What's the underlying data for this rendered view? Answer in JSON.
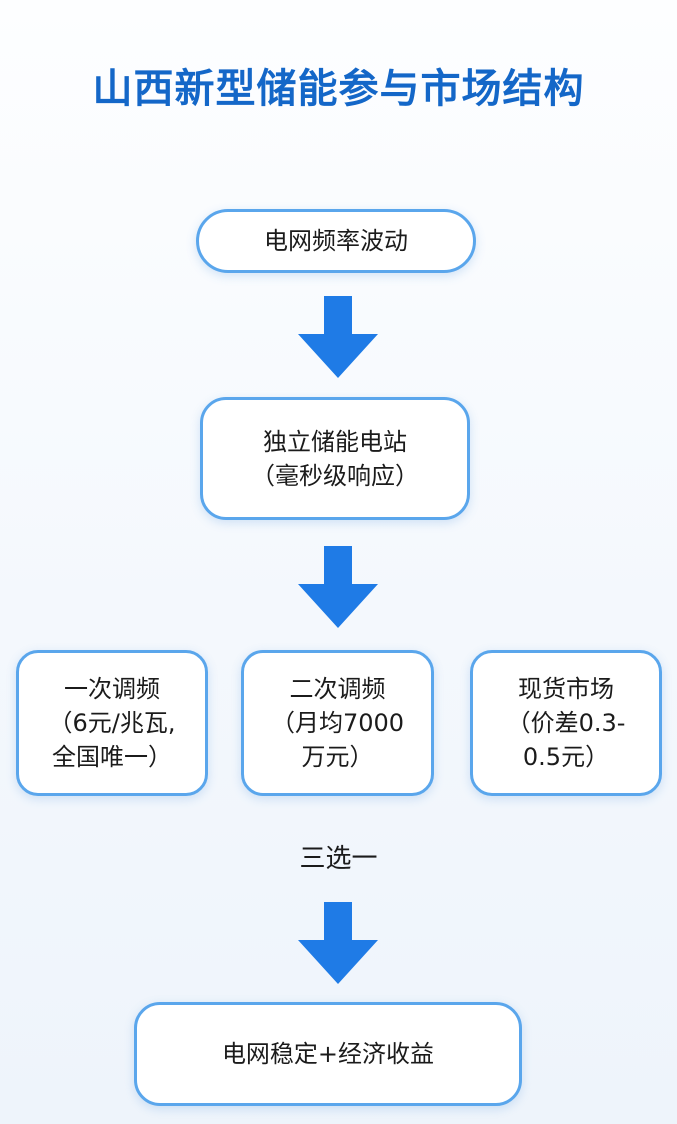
{
  "title": "山西新型储能参与市场结构",
  "nodes": {
    "grid_fluctuation": {
      "line1": "电网频率波动"
    },
    "storage_station": {
      "line1": "独立储能电站",
      "line2": "（毫秒级响应）"
    },
    "primary_fm": {
      "line1": "一次调频",
      "line2": "（6元/兆瓦,",
      "line3": "全国唯一）"
    },
    "secondary_fm": {
      "line1": "二次调频",
      "line2": "（月均7000",
      "line3": "万元）"
    },
    "spot_market": {
      "line1": "现货市场",
      "line2": "（价差0.3-",
      "line3": "0.5元）"
    },
    "outcome": {
      "line1": "电网稳定+经济收益"
    }
  },
  "choice_label": "三选一",
  "colors": {
    "accent": "#1467c8",
    "arrow": "#1f7be6",
    "border": "#5aa6ec"
  }
}
